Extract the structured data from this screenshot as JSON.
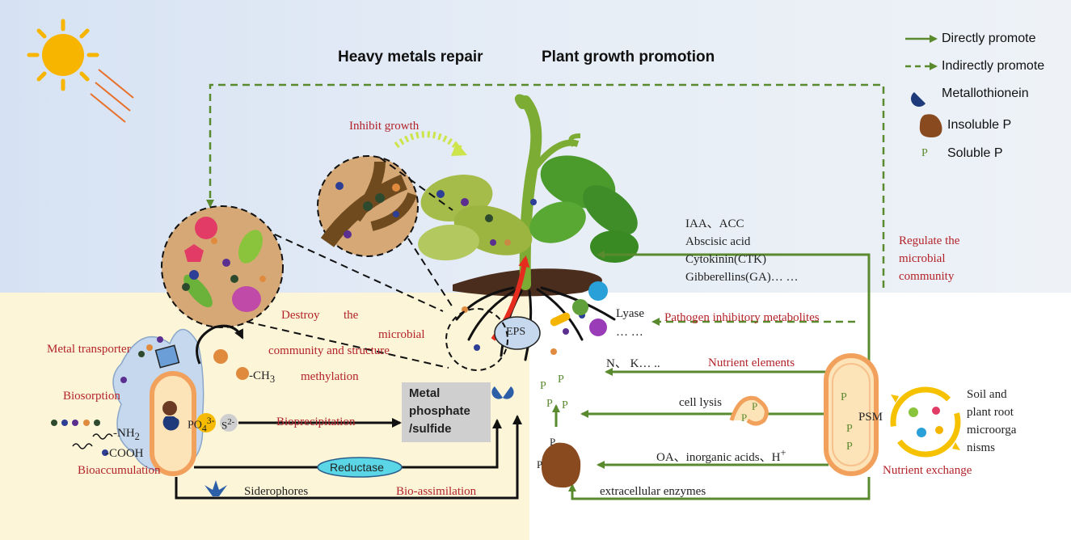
{
  "headings": {
    "left": "Heavy metals repair",
    "right": "Plant growth promotion"
  },
  "legend": {
    "direct": "Directly promote",
    "indirect": "Indirectly promote",
    "metallothionein": "Metallothionein",
    "insoluble_p": "Insoluble P",
    "soluble_p": "Soluble P",
    "p_glyph": "P"
  },
  "labels": {
    "inhibit_growth": "Inhibit growth",
    "destroy_1": "Destroy",
    "destroy_2": "the",
    "destroy_3": "microbial",
    "destroy_4": "community and structure",
    "metal_transporter": "Metal transporter",
    "biosorption": "Biosorption",
    "bioaccumulation": "Bioaccumulation",
    "methylation": "methylation",
    "ch3": "-CH",
    "ch3_sub": "3",
    "nh2": "-NH",
    "nh2_sub": "2",
    "cooh": "-COOH",
    "po4": "PO",
    "po4_sub": "4",
    "po4_sup": "3-",
    "s2": "S",
    "s2_sup": "2-",
    "bioprecipitation": "Bioprecipitation",
    "metal_box_1": "Metal",
    "metal_box_2": "phosphate",
    "metal_box_3": "/sulfide",
    "reductase": "Reductase",
    "siderophores": "Siderophores",
    "bio_assimilation": "Bio-assimilation",
    "eps": "EPS",
    "hormones_1": "IAA、ACC",
    "hormones_2": "Abscisic acid",
    "hormones_3": "Cytokinin(CTK)",
    "hormones_4": "Gibberellins(GA)… …",
    "regulate_1": "Regulate the",
    "regulate_2": "microbial",
    "regulate_3": "community",
    "lyase_1": "Lyase",
    "lyase_2": "… …",
    "pathogen": "Pathogen inhibitory metabolites",
    "nk": "N、 K… ..",
    "nutrient_elements": "Nutrient elements",
    "cell_lysis": "cell lysis",
    "oa": "OA、inorganic acids、H",
    "oa_sup": "+",
    "extracellular": "extracellular enzymes",
    "psm": "PSM",
    "nutrient_exchange": "Nutrient exchange",
    "soil_1": "Soil        and",
    "soil_2": "plant     root",
    "soil_3": "microorga",
    "soil_4": "nisms",
    "p": "P"
  },
  "colors": {
    "green_arrow": "#5a8a2e",
    "red_text": "#b3232a",
    "sky": "#dbe5f3",
    "soil_bg": "#fdf6dc",
    "bacterium_outer": "#f2a15c",
    "bacterium_inner": "#fde3b8"
  }
}
